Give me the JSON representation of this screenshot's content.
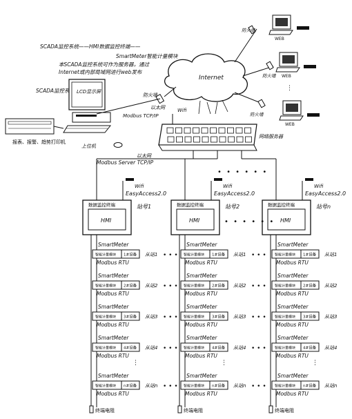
{
  "header": {
    "line1": "SCADA监控系统——HMI数据监控终端——",
    "line2": "SmartMeter智能计量模块",
    "line3": "本SCADA监控系统可作为服务器，通过",
    "line4": "Internet或内部局域网进行web发布"
  },
  "scada": {
    "label": "SCADA监控系统",
    "lcd": "LCD显示屏",
    "host": "上位机",
    "printer": "报表、报警、趋势打印机",
    "ethernet": "以太网",
    "protocol": "Modbus TCP/IP"
  },
  "network": {
    "internet": "Internet",
    "firewall": "防火墙",
    "wifi": "Wifi",
    "server": "网络服务器",
    "ethernet2": "以太网",
    "server_protocol": "Modbus Server TCP/IP"
  },
  "remote_clients": [
    {
      "firewall": "防火墙",
      "host": "WEB"
    },
    {
      "firewall": "防火墙",
      "host": "WEB"
    },
    {
      "firewall": "防火墙",
      "host": "WEB"
    }
  ],
  "stations": [
    {
      "title": "数据监控终端",
      "screen": "HMI",
      "site": "站号1",
      "wifi": "Wifi",
      "access": "EasyAccess2.0"
    },
    {
      "title": "数据监控终端",
      "screen": "HMI",
      "site": "站号2",
      "wifi": "Wifi",
      "access": "EasyAccess2.0"
    },
    {
      "title": "数据监控终端",
      "screen": "HMI",
      "site": "站号n",
      "wifi": "Wifi",
      "access": "EasyAccess2.0"
    }
  ],
  "meter_rows": [
    {
      "module": "SmartMeter",
      "bus": "Modbus RTU",
      "device": "1#设备",
      "slave": "从站1"
    },
    {
      "module": "SmartMeter",
      "bus": "Modbus RTU",
      "device": "2#设备",
      "slave": "从站2"
    },
    {
      "module": "SmartMeter",
      "bus": "Modbus RTU",
      "device": "3#设备",
      "slave": "从站3"
    },
    {
      "module": "SmartMeter",
      "bus": "Modbus RTU",
      "device": "4#设备",
      "slave": "从站4"
    },
    {
      "module": "SmartMeter",
      "bus": "Modbus RTU",
      "device": "n#设备",
      "slave": "从站n"
    }
  ],
  "terminal": "终端电阻",
  "meter_box": "智能计量模块"
}
